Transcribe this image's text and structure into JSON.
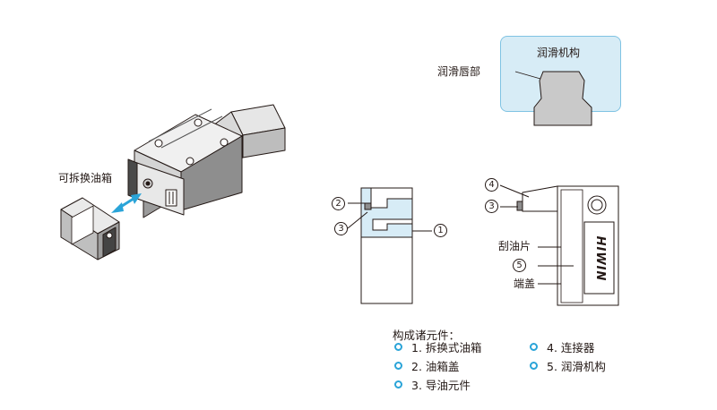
{
  "colors": {
    "accent": "#2aa4d8",
    "lubricant_fill": "#d7ecf6",
    "steel": "#c9c9c9",
    "outline": "#231815"
  },
  "left_view": {
    "label_oil_box": "可拆换油箱"
  },
  "top_view": {
    "label_lubrication_mechanism": "润滑机构",
    "label_lubrication_lip": "润滑唇部"
  },
  "detail_front": {
    "marker_1": "1",
    "marker_2": "2",
    "marker_3": "3"
  },
  "detail_side": {
    "marker_4": "4",
    "marker_3": "3",
    "marker_5": "5",
    "label_scraper": "刮油片",
    "label_end_cap": "端盖",
    "brand_text": "HIWIN"
  },
  "legend": {
    "title": "构成诸元件：",
    "items": [
      "1. 拆换式油箱",
      "2. 油箱盖",
      "3. 导油元件",
      "4. 连接器",
      "5. 润滑机构"
    ]
  },
  "icons": [
    "bullet-ring-icon",
    "double-arrow-icon"
  ]
}
